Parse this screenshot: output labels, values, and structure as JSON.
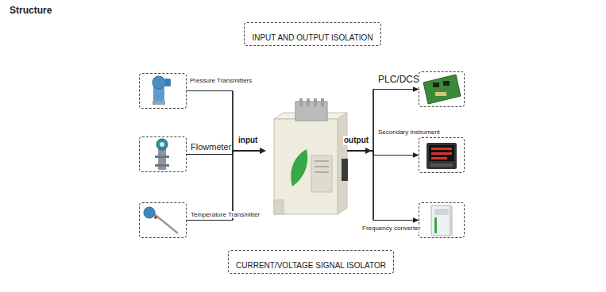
{
  "diagram": {
    "title": "Structure",
    "nodes": [
      {
        "text": [
          "INPUT AND OUTPUT ISOLATION"
        ]
      },
      {
        "text": [
          "Pressure Transmitters"
        ]
      },
      {
        "text": [
          "Flowmeter"
        ]
      },
      {
        "text": [
          "Temperature Transmitter"
        ]
      },
      {
        "text": [
          "PLC/DCS"
        ]
      },
      {
        "text": [
          "Secondary instrument"
        ]
      },
      {
        "text": [
          "Frequency converter"
        ]
      },
      {
        "text": [
          "CURRENT/VOLTAGE SIGNAL ISOLATOR"
        ]
      }
    ],
    "edges": [
      {
        "from": 1,
        "to": 4,
        "arrow": "to"
      },
      {
        "from": 1,
        "to": 5,
        "arrow": "to"
      },
      {
        "from": 1,
        "to": 6,
        "arrow": "to"
      },
      {
        "from": 2,
        "to": 4,
        "arrow": "to"
      },
      {
        "from": 2,
        "to": 5,
        "arrow": "to"
      },
      {
        "from": 2,
        "to": 6,
        "arrow": "to"
      },
      {
        "from": 3,
        "to": 4,
        "arrow": "to"
      },
      {
        "from": 3,
        "to": 5,
        "arrow": "to"
      },
      {
        "from": 3,
        "to": 6,
        "arrow": "to"
      }
    ],
    "labels": [
      "input",
      "output"
    ]
  }
}
